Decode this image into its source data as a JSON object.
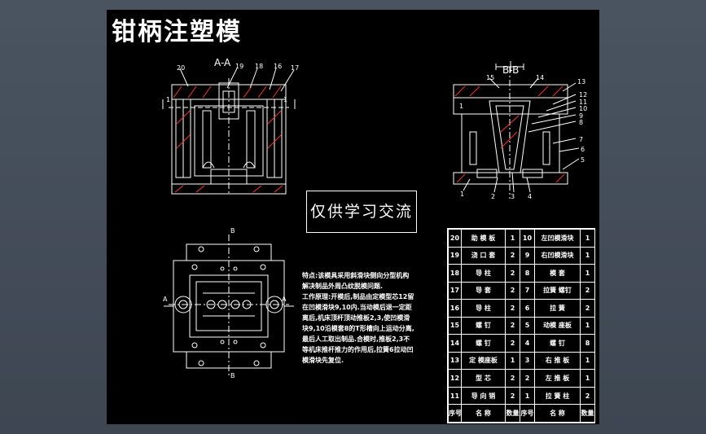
{
  "title": "钳柄注塑模",
  "notice": "仅供学习交流",
  "section_aa": "A-A",
  "section_bb": "B-B",
  "labels_aa": [
    "20",
    "19",
    "18",
    "16",
    "17"
  ],
  "labels_bb": [
    "15",
    "14",
    "13",
    "12",
    "11",
    "10",
    "9",
    "8",
    "7",
    "6",
    "5",
    "1",
    "2",
    "3",
    "4"
  ],
  "marks": {
    "one": "1",
    "a": "A",
    "b": "B"
  },
  "notes": [
    "特点:该模具采用斜滑块侧向分型机构",
    "解决制品外周凸纹脱模问题.",
    "工作原理:开模后,制品由定模型芯12留",
    "在凹模滑块9,10内.当动模后退一定距",
    "离后,机床顶杆顶动推板2,3,使凹模滑",
    "块9,10沿模套8的T形槽向上运动分离,",
    "最后人工取出制品.合模时,推板2,3不",
    "等机床推杆推力的作用后,拉簧6拉动凹",
    "模滑块先复位."
  ],
  "bom": {
    "rows": [
      [
        {
          "no": "20",
          "name": "助 模 板",
          "qty": "1"
        },
        {
          "no": "10",
          "name": "左凹模滑块",
          "qty": "1"
        }
      ],
      [
        {
          "no": "19",
          "name": "浇 口 套",
          "qty": "2"
        },
        {
          "no": "9",
          "name": "右凹模滑块",
          "qty": "1"
        }
      ],
      [
        {
          "no": "18",
          "name": "导 柱",
          "qty": "2"
        },
        {
          "no": "8",
          "name": "模 套",
          "qty": "1"
        }
      ],
      [
        {
          "no": "17",
          "name": "导 套",
          "qty": "2"
        },
        {
          "no": "7",
          "name": "拉簧 螺钉",
          "qty": "2"
        }
      ],
      [
        {
          "no": "16",
          "name": "导 柱",
          "qty": "2"
        },
        {
          "no": "6",
          "name": "拉 簧",
          "qty": "2"
        }
      ],
      [
        {
          "no": "15",
          "name": "螺 钉",
          "qty": "2"
        },
        {
          "no": "5",
          "name": "动模 座板",
          "qty": "1"
        }
      ],
      [
        {
          "no": "14",
          "name": "螺 钉",
          "qty": "2"
        },
        {
          "no": "4",
          "name": "螺 钉",
          "qty": "8"
        }
      ],
      [
        {
          "no": "13",
          "name": "定 模座板",
          "qty": "1"
        },
        {
          "no": "3",
          "name": "右 推 板",
          "qty": "1"
        }
      ],
      [
        {
          "no": "12",
          "name": "型 芯",
          "qty": "2"
        },
        {
          "no": "2",
          "name": "左 推 板",
          "qty": "1"
        }
      ],
      [
        {
          "no": "11",
          "name": "导 向 销",
          "qty": "2"
        },
        {
          "no": "1",
          "name": "拉 簧 柱",
          "qty": "2"
        }
      ]
    ],
    "header": [
      {
        "no": "序号",
        "name": "名 称",
        "qty": "数量"
      },
      {
        "no": "序号",
        "name": "名 称",
        "qty": "数量"
      }
    ]
  },
  "colors": {
    "line": "#ffffff",
    "accent": "#ff3030",
    "sheet": "#000000"
  }
}
